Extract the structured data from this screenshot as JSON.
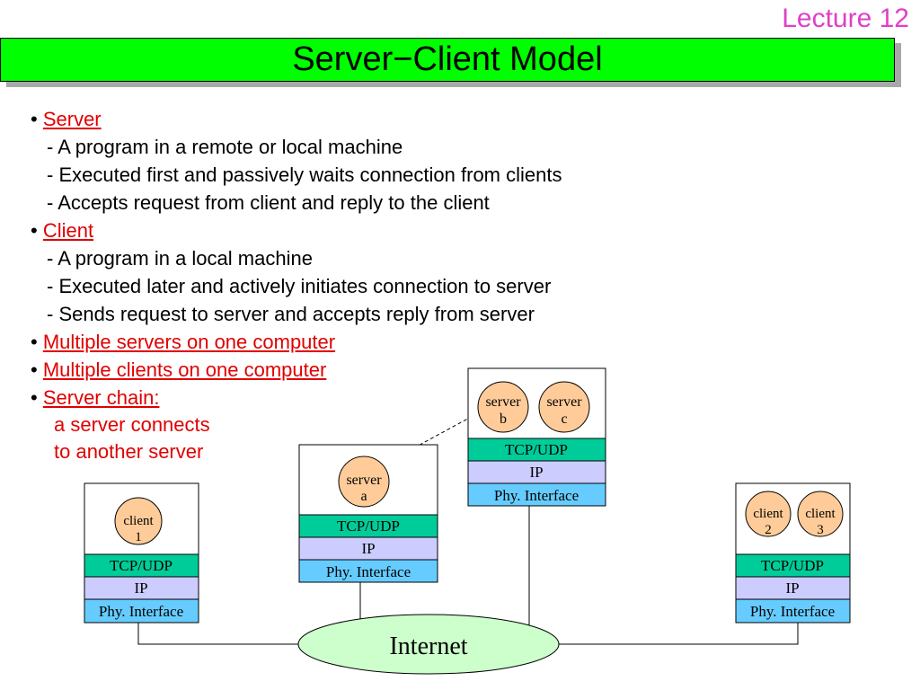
{
  "header": {
    "lecture": "Lecture 12",
    "title": "Server−Client Model"
  },
  "bullets": [
    {
      "heading": "Server",
      "lines": [
        "- A program in a remote or local machine",
        "- Executed first and passively waits connection from clients",
        "- Accepts request from client and reply to the client"
      ]
    },
    {
      "heading": "Client",
      "lines": [
        "- A program in a local machine",
        "- Executed later and actively initiates connection to server",
        "- Sends request to server and accepts reply from server"
      ]
    },
    {
      "heading": "Multiple servers on one computer",
      "lines": []
    },
    {
      "heading": "Multiple clients on one computer",
      "lines": []
    },
    {
      "heading": "Server chain:",
      "lines": [
        "a server connects",
        "to another server"
      ]
    }
  ],
  "bullet_symbol": "•",
  "diagram": {
    "layers": [
      "TCP/UDP",
      "IP",
      "Phy. Interface"
    ],
    "hosts": [
      {
        "name": "host-client-1",
        "apps": [
          [
            "client",
            "1"
          ]
        ]
      },
      {
        "name": "host-server-a",
        "apps": [
          [
            "server",
            "a"
          ]
        ]
      },
      {
        "name": "host-server-bc",
        "apps": [
          [
            "server",
            "b"
          ],
          [
            "server",
            "c"
          ]
        ]
      },
      {
        "name": "host-client-23",
        "apps": [
          [
            "client",
            "2"
          ],
          [
            "client",
            "3"
          ]
        ]
      }
    ],
    "internet_label": "Internet",
    "colors": {
      "tcp": "#00cc99",
      "ip": "#ccccff",
      "phy": "#66ccff",
      "app": "#ffcc99",
      "internet": "#ccffcc",
      "title": "#00ff00",
      "link": "#e00000",
      "lecture": "#e040c8"
    }
  }
}
